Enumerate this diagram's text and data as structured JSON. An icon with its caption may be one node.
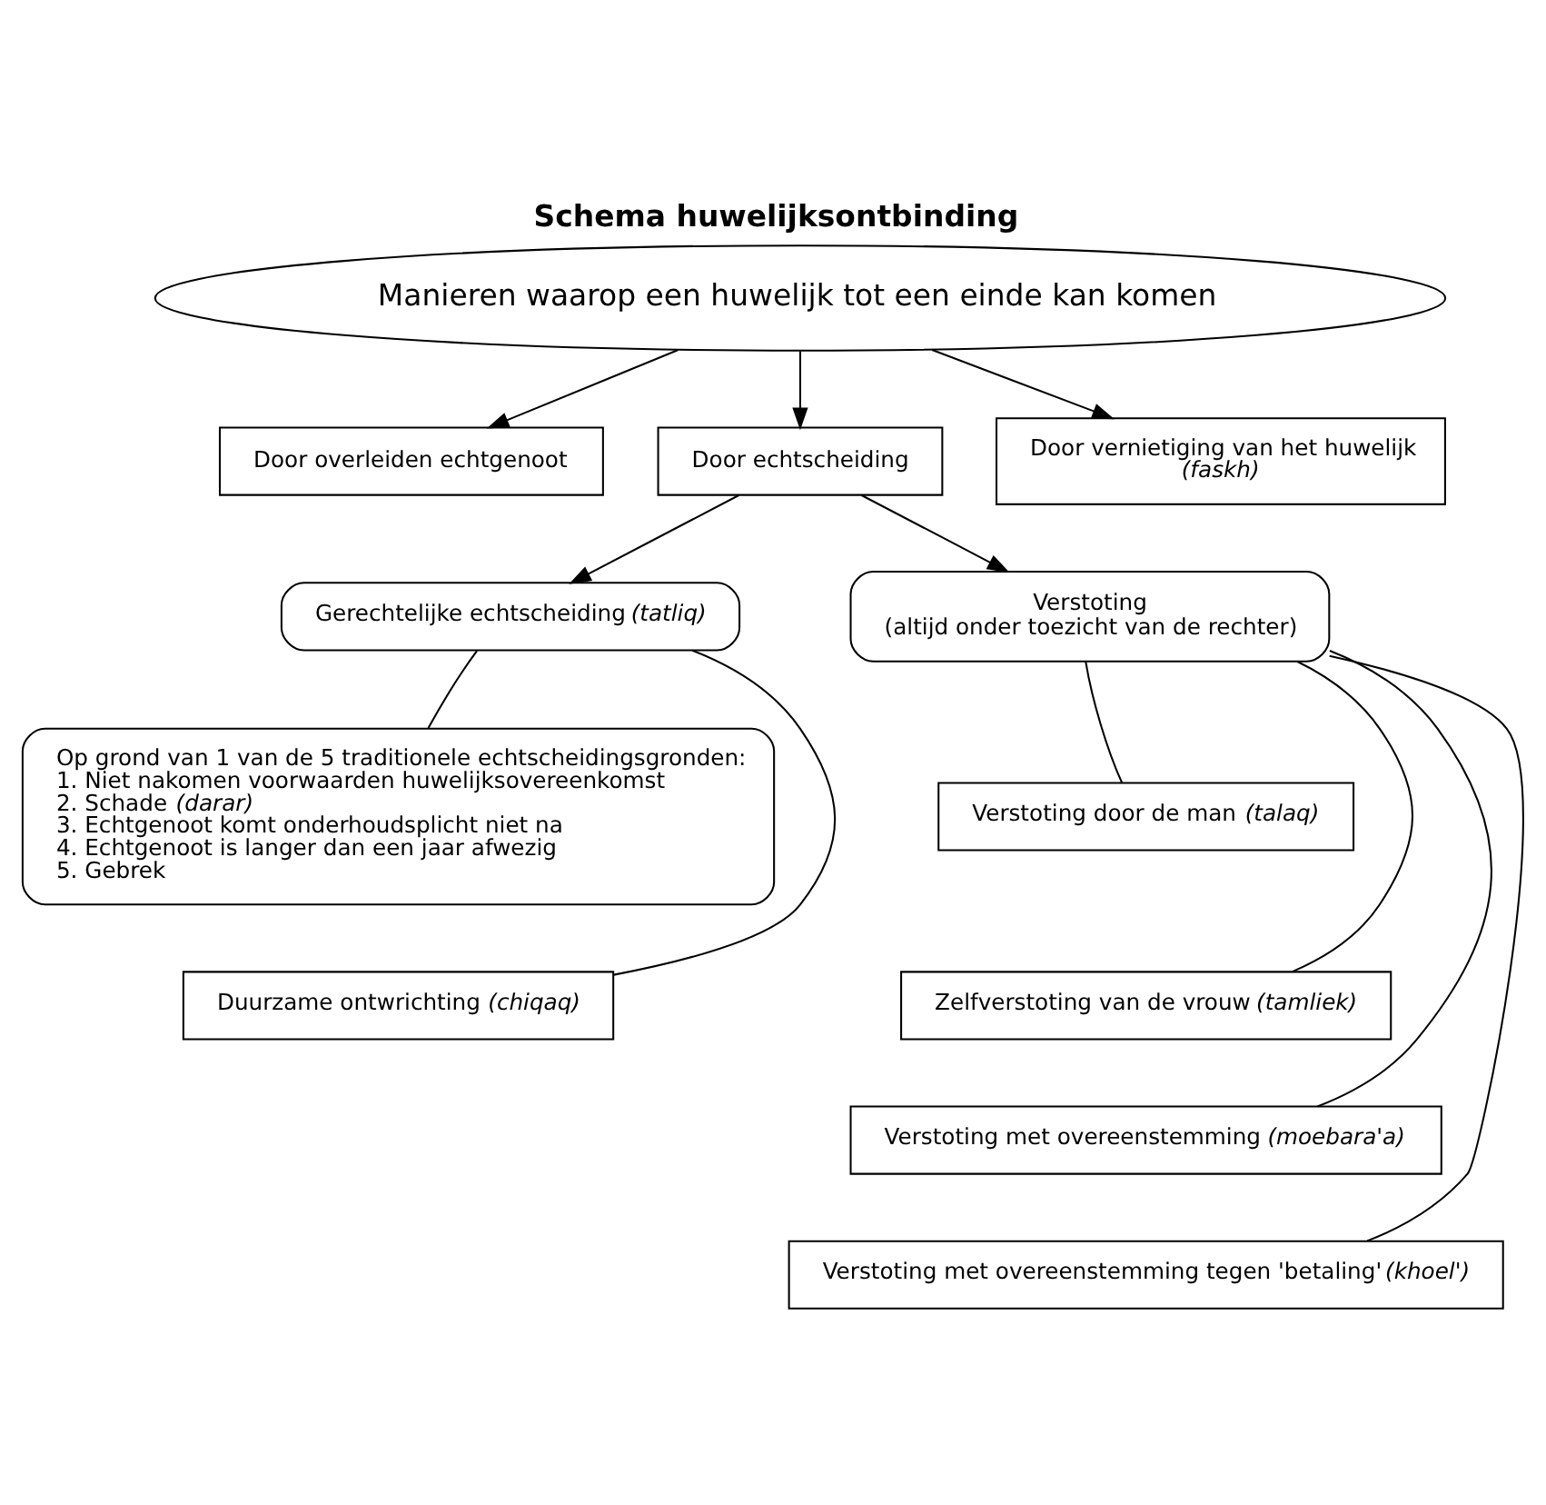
{
  "diagram": {
    "title": "Schema huwelijksontbinding",
    "nodes": [
      {
        "text": [
          "Manieren waarop een huwelijk tot een einde kan komen"
        ]
      },
      {
        "text": [
          "Door overleiden echtgenoot"
        ]
      },
      {
        "text": [
          "Door echtscheiding"
        ]
      },
      {
        "text": [
          "Door vernietiging van het huwelijk",
          "*(faskh)*"
        ]
      },
      {
        "text": [
          "Gerechtelijke echtscheiding *(tatliq)*"
        ]
      },
      {
        "text": [
          "Verstoting",
          "(altijd onder toezicht van de rechter)"
        ]
      },
      {
        "text": [
          "Op grond van 1 van de 5 traditionele echtscheidingsgronden:",
          "1. Niet nakomen voorwaarden huwelijksovereenkomst",
          "2. Schade *(darar)*",
          "3. Echtgenoot komt onderhoudsplicht niet na",
          "4. Echtgenoot is langer dan een jaar afwezig",
          "5. Gebrek"
        ]
      },
      {
        "text": [
          "Duurzame ontwrichting *(chiqaq)*"
        ]
      },
      {
        "text": [
          "Verstoting door de man *(talaq)*"
        ]
      },
      {
        "text": [
          "Zelfverstoting van de vrouw *(tamliek)*"
        ]
      },
      {
        "text": [
          "Verstoting met overeenstemming *(moebara'a)*"
        ]
      },
      {
        "text": [
          "Verstoting met overeenstemming tegen 'betaling' *(khoel')*"
        ]
      }
    ],
    "edges": [
      {
        "from": 0,
        "to": 1,
        "arrow": "to"
      },
      {
        "from": 0,
        "to": 2,
        "arrow": "to"
      },
      {
        "from": 0,
        "to": 3,
        "arrow": "to"
      },
      {
        "from": 2,
        "to": 4,
        "arrow": "to"
      },
      {
        "from": 2,
        "to": 5,
        "arrow": "to"
      },
      {
        "from": 4,
        "to": 6,
        "arrow": "none"
      },
      {
        "from": 4,
        "to": 7,
        "arrow": "none"
      },
      {
        "from": 5,
        "to": 8,
        "arrow": "none"
      },
      {
        "from": 5,
        "to": 9,
        "arrow": "none"
      },
      {
        "from": 5,
        "to": 10,
        "arrow": "none"
      },
      {
        "from": 5,
        "to": 11,
        "arrow": "none"
      }
    ]
  }
}
